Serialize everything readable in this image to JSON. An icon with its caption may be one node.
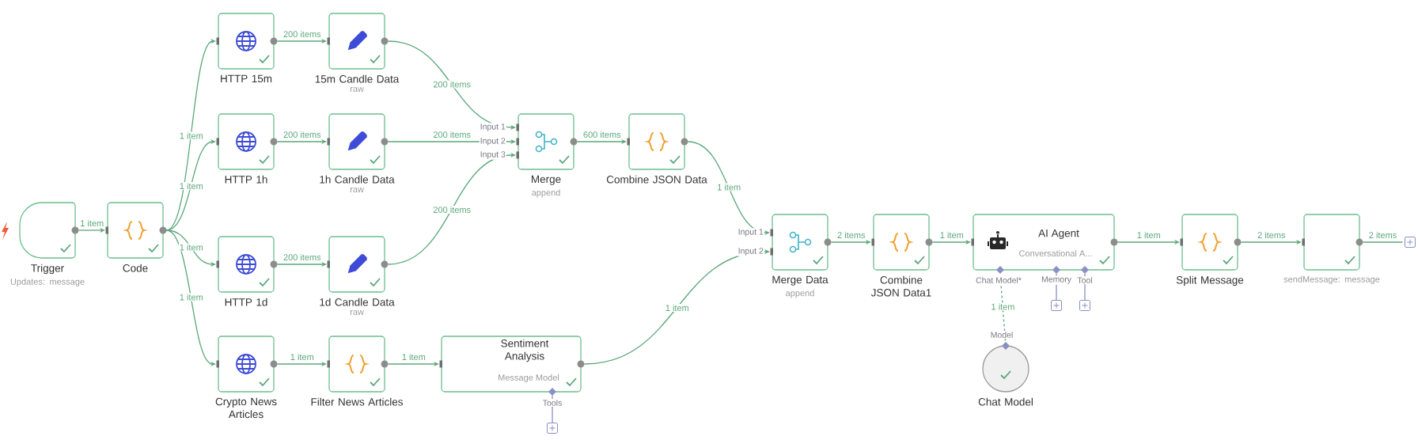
{
  "diagram": {
    "nodes": [
      {
        "text": [
          "Trigger",
          "Updates: message"
        ]
      },
      {
        "text": [
          "Code"
        ]
      },
      {
        "text": [
          "HTTP 15m"
        ]
      },
      {
        "text": [
          "15m Candle Data",
          "raw"
        ]
      },
      {
        "text": [
          "HTTP 1h"
        ]
      },
      {
        "text": [
          "1h Candle Data",
          "raw"
        ]
      },
      {
        "text": [
          "HTTP 1d"
        ]
      },
      {
        "text": [
          "1d Candle Data",
          "raw"
        ]
      },
      {
        "text": [
          "Crypto News Articles"
        ]
      },
      {
        "text": [
          "Filter News Articles"
        ]
      },
      {
        "text": [
          "Sentiment Analysis",
          "Message Model"
        ]
      },
      {
        "text": [
          "Merge",
          "append"
        ]
      },
      {
        "text": [
          "Combine JSON Data"
        ]
      },
      {
        "text": [
          "Merge Data",
          "append"
        ]
      },
      {
        "text": [
          "Combine JSON Data1"
        ]
      },
      {
        "text": [
          "AI Agent",
          "Conversational A..."
        ]
      },
      {
        "text": [
          "Split Message"
        ]
      },
      {
        "text": [
          "sendMessage: message"
        ]
      },
      {
        "text": [
          "Chat Model"
        ]
      },
      {
        "text": [],
        "shape": "box"
      },
      {
        "text": [],
        "shape": "box"
      },
      {
        "text": [],
        "shape": "box"
      },
      {
        "text": [],
        "shape": "box"
      }
    ],
    "edges": [
      {
        "from": 0,
        "to": 1,
        "arrow": "to",
        "label": "1 item"
      },
      {
        "from": 1,
        "to": 2,
        "arrow": "to",
        "label": "1 item"
      },
      {
        "from": 1,
        "to": 4,
        "arrow": "to",
        "label": "1 item"
      },
      {
        "from": 1,
        "to": 6,
        "arrow": "to",
        "label": "1 item"
      },
      {
        "from": 1,
        "to": 8,
        "arrow": "to",
        "label": "1 item"
      },
      {
        "from": 2,
        "to": 3,
        "arrow": "to",
        "label": "200 items"
      },
      {
        "from": 4,
        "to": 5,
        "arrow": "to",
        "label": "200 items"
      },
      {
        "from": 6,
        "to": 7,
        "arrow": "to",
        "label": "200 items"
      },
      {
        "from": 3,
        "to": 11,
        "arrow": "to",
        "label": "200 items"
      },
      {
        "from": 5,
        "to": 11,
        "arrow": "to",
        "label": "200 items"
      },
      {
        "from": 7,
        "to": 11,
        "arrow": "to",
        "label": "200 items"
      },
      {
        "from": 11,
        "to": 12,
        "arrow": "to",
        "label": "600 items"
      },
      {
        "from": 12,
        "to": 13,
        "arrow": "to",
        "label": "1 item"
      },
      {
        "from": 8,
        "to": 9,
        "arrow": "to",
        "label": "1 item"
      },
      {
        "from": 9,
        "to": 10,
        "arrow": "to",
        "label": "1 item"
      },
      {
        "from": 10,
        "to": 13,
        "arrow": "to",
        "label": "1 item"
      },
      {
        "from": 13,
        "to": 14,
        "arrow": "to",
        "label": "2 items"
      },
      {
        "from": 14,
        "to": 15,
        "arrow": "to",
        "label": "1 item"
      },
      {
        "from": 15,
        "to": 16,
        "arrow": "to",
        "label": "1 item"
      },
      {
        "from": 16,
        "to": 17,
        "arrow": "to",
        "label": "2 items"
      },
      {
        "from": 17,
        "to": 22,
        "arrow": "none",
        "label": "2 items"
      },
      {
        "from": 18,
        "to": 15,
        "arrow": "none",
        "label": "1 item",
        "style": "dashed"
      },
      {
        "from": 10,
        "to": 19,
        "arrow": "none",
        "color": "#8c8fc4"
      },
      {
        "from": 15,
        "to": 20,
        "arrow": "none",
        "color": "#8c8fc4"
      },
      {
        "from": 15,
        "to": 21,
        "arrow": "none",
        "color": "#8c8fc4"
      }
    ],
    "labels": [
      "Input 1",
      "Input 2",
      "Input 3",
      "Input 1",
      "Input 2",
      "Chat Model*",
      "Memory",
      "Tool",
      "Model",
      "Tools"
    ]
  }
}
